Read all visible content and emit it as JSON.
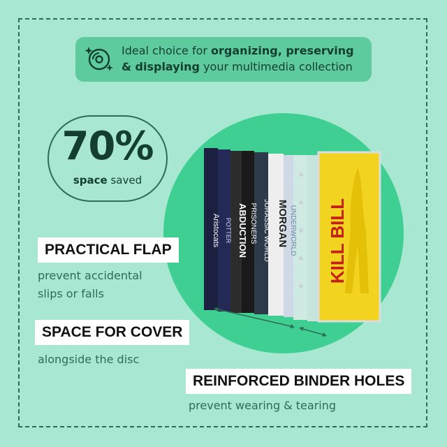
{
  "banner": {
    "icon": "disc-sparkle-icon",
    "text_pre": "Ideal choice for ",
    "text_bold": "organizing, preserving & displaying",
    "text_post": " your multimedia collection"
  },
  "stat": {
    "number": "70%",
    "label_bold": "space",
    "label_rest": " saved"
  },
  "features": [
    {
      "title": "PRACTICAL FLAP",
      "description": "prevent accidental slips or falls"
    },
    {
      "title": "SPACE FOR COVER",
      "description": "alongside the disc"
    },
    {
      "title": "REINFORCED BINDER HOLES",
      "description": "prevent wearing & tearing"
    }
  ],
  "product": {
    "dvd_titles": [
      "Aristocats",
      "POTTER",
      "ABDUCTION",
      "PRISONERS",
      "JURASSIC WORLD",
      "MORGAN",
      "UNDERWORLD",
      "KILL BILL"
    ]
  },
  "colors": {
    "background": "#a8e8d2",
    "banner": "#5dcb9e",
    "circle": "#3fcf92",
    "text_dark": "#143e30",
    "label_bg": "#ffffff",
    "kill_bill_yellow": "#f2d320"
  }
}
